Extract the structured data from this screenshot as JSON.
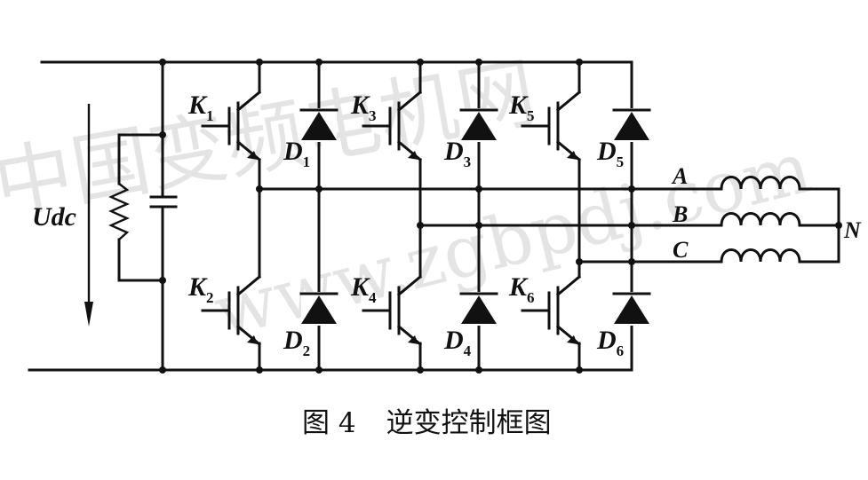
{
  "watermark": {
    "cn": "中国变频电机网",
    "url": "www.zgbpdj.com"
  },
  "labels": {
    "udc": "Udc",
    "k1": {
      "main": "K",
      "sub": "1"
    },
    "k2": {
      "main": "K",
      "sub": "2"
    },
    "k3": {
      "main": "K",
      "sub": "3"
    },
    "k4": {
      "main": "K",
      "sub": "4"
    },
    "k5": {
      "main": "K",
      "sub": "5"
    },
    "k6": {
      "main": "K",
      "sub": "6"
    },
    "d1": {
      "main": "D",
      "sub": "1"
    },
    "d2": {
      "main": "D",
      "sub": "2"
    },
    "d3": {
      "main": "D",
      "sub": "3"
    },
    "d4": {
      "main": "D",
      "sub": "4"
    },
    "d5": {
      "main": "D",
      "sub": "5"
    },
    "d6": {
      "main": "D",
      "sub": "6"
    },
    "phase_a": "A",
    "phase_b": "B",
    "phase_c": "C",
    "neutral": "N"
  },
  "caption": {
    "fig": "图 4",
    "title": "逆变控制框图"
  }
}
